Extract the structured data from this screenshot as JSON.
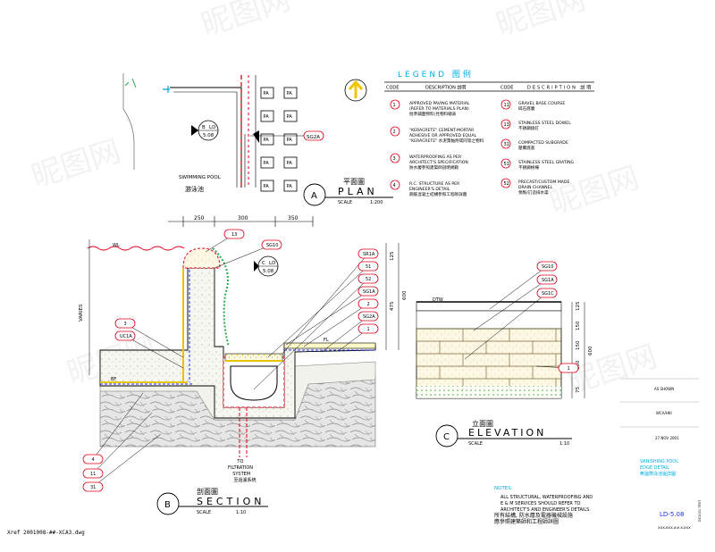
{
  "watermark": "昵图网",
  "plan": {
    "title_cn": "平面圖",
    "title_en": "PLAN",
    "marker": "A",
    "scale_label": "SCALE",
    "scale_value": "1:200",
    "pool_label_en": "SWIMMING POOL",
    "pool_label_cn": "游泳池",
    "pa_label": "PA",
    "ref_tag": "SG2A",
    "section_ref_letter": "B",
    "section_ref_sheet": "LD",
    "section_ref_no": "5.08"
  },
  "legend": {
    "title": "LEGEND 图例",
    "col_code": "CODE",
    "col_desc": "DESCRIPTION 説明",
    "left_items": [
      {
        "code": "1",
        "lines": [
          "APPROVED PAVING MATERIAL",
          "(REFER TO MATERIALS PLAN)",
          "批準鋪面物料(見物料總表"
        ]
      },
      {
        "code": "2",
        "lines": [
          "\"KERACRETE\" CEMENT-MORTAR",
          "ADHESIVE OR APPROVED EQUAL",
          "\"KERACRETE\" 水泥漿黏劑或同等之物料"
        ]
      },
      {
        "code": "3",
        "lines": [
          "WATERPROOFING AS PER",
          "ARCHITECT'S SPECIFICATION",
          "防水層參照建築師說明規範"
        ]
      },
      {
        "code": "4",
        "lines": [
          "R.C. STRUCTURE AS PER",
          "ENGINEER'S DETAIL",
          "鋼筋混凝土結構參照工程師詳圖"
        ]
      }
    ],
    "right_items": [
      {
        "code": "11",
        "lines": [
          "GRAVEL BASE COURSE",
          "碎石底層"
        ]
      },
      {
        "code": "13",
        "lines": [
          "STAINLESS STEEL DOWEL",
          "不銹鋼銷釘"
        ]
      },
      {
        "code": "31",
        "lines": [
          "COMPACTED SUBGRADE",
          "壓實底基"
        ]
      },
      {
        "code": "51",
        "lines": [
          "STAINLESS STEEL GRATING",
          "不銹鋼格柵"
        ]
      },
      {
        "code": "52",
        "lines": [
          "PRECAST/CUSTOM MADE",
          "DRAIN CHANNEL",
          "預製/訂造排水渠"
        ]
      }
    ]
  },
  "section": {
    "title_cn": "剖面圖",
    "title_en": "SECTION",
    "marker": "B",
    "scale_label": "SCALE",
    "scale_value": "1:10",
    "dims_top": [
      "250",
      "300",
      "350"
    ],
    "dims_right": [
      "125",
      "475",
      "600"
    ],
    "varies_label": "VARIES",
    "wl_label": "WL",
    "bf_label": "BF",
    "fl_label": "FL",
    "callout_ref_letter": "C",
    "callout_ref_sheet": "LD",
    "callout_ref_no": "5.08",
    "filtration_lines": [
      "TO",
      "FILTRATION",
      "SYSTEM",
      "至過濾系統"
    ],
    "tags_left": [
      "3",
      "UC1A"
    ],
    "tags_top": [
      "13",
      "SG10"
    ],
    "tags_right": [
      "SR1A",
      "51",
      "52",
      "SG1A",
      "2",
      "SG2A",
      "1"
    ],
    "tags_bottom_left": [
      "4",
      "11",
      "31"
    ]
  },
  "elevation": {
    "title_cn": "立面圖",
    "title_en": "ELEVATION",
    "marker": "C",
    "scale_label": "SCALE",
    "scale_value": "1:10",
    "dtw_label": "DTW",
    "tags": [
      "SG10",
      "SG1A",
      "SG1C",
      "1"
    ],
    "dims_right": [
      "125",
      "150",
      "150",
      "150",
      "75"
    ],
    "dim_total": "600"
  },
  "notes": {
    "heading": "NOTES:",
    "lines": [
      "ALL STRUCTURAL, WATERPROOFING AND",
      "E & M SERVICES SHOULD REFER TO",
      "ARCHITECT'S AND ENGINEER'S DETAILS.",
      "所有結構, 防水層及電器機械設施",
      "應參照建築師和工程師詳圖"
    ]
  },
  "title_block": {
    "scale_text": "AS SHOWN",
    "drawn_text": "WCA/HKI",
    "date_text": "27 NOV 2001",
    "drawing_title_lines": [
      "VANISHING POOL",
      "EDGE DETAIL",
      "無邊際泳池邊詳圖"
    ],
    "drawing_no": "LD-5.08",
    "file_ref": "XXX-XXX-##-X-XXX",
    "side_ref": "D01001 TEST"
  },
  "footer": {
    "xref_text": "Xref 2001008-##-XCA3.dwg"
  }
}
